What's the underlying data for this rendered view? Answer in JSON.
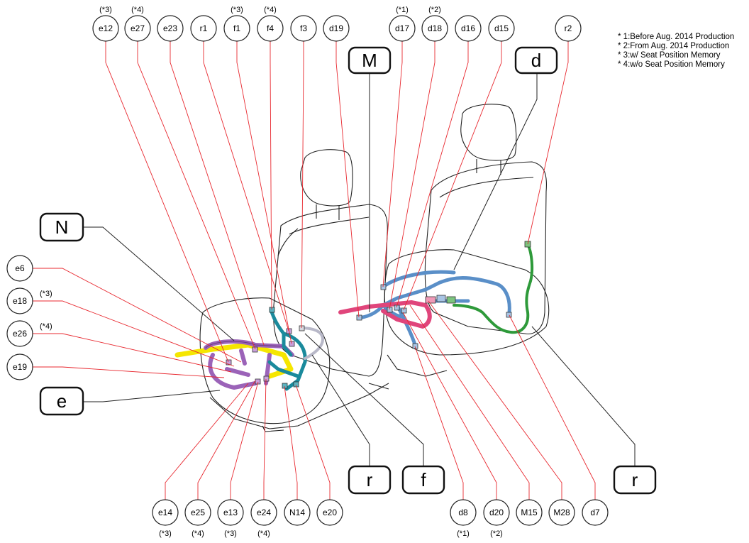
{
  "legend": [
    "* 1:Before Aug. 2014 Production",
    "* 2:From Aug. 2014 Production",
    "* 3:w/ Seat Position Memory",
    "* 4:w/o Seat Position Memory"
  ],
  "colors": {
    "leader_red": "#e8282f",
    "leader_black": "#222222",
    "wire_purple": "#9b63b8",
    "wire_yellow": "#f5e600",
    "wire_teal": "#1a8a9c",
    "wire_blue": "#5a8fc8",
    "wire_pink": "#e0457b",
    "wire_green": "#2e9a3a",
    "wire_grey": "#b8b8c8"
  },
  "areas": {
    "N": "N",
    "e": "e",
    "M": "M",
    "d": "d",
    "r_left": "r",
    "f": "f",
    "r_right": "r"
  },
  "connectors_top": [
    {
      "id": "e12",
      "note": "(*3)"
    },
    {
      "id": "e27",
      "note": "(*4)"
    },
    {
      "id": "e23",
      "note": ""
    },
    {
      "id": "r1",
      "note": ""
    },
    {
      "id": "f1",
      "note": "(*3)"
    },
    {
      "id": "f4",
      "note": "(*4)"
    },
    {
      "id": "f3",
      "note": ""
    },
    {
      "id": "d19",
      "note": ""
    },
    {
      "id": "d17",
      "note": "(*1)"
    },
    {
      "id": "d18",
      "note": "(*2)"
    },
    {
      "id": "d16",
      "note": ""
    },
    {
      "id": "d15",
      "note": ""
    },
    {
      "id": "r2",
      "note": ""
    }
  ],
  "connectors_left": [
    {
      "id": "e6",
      "note": ""
    },
    {
      "id": "e18",
      "note": "(*3)"
    },
    {
      "id": "e26",
      "note": "(*4)"
    },
    {
      "id": "e19",
      "note": ""
    }
  ],
  "connectors_bottom": [
    {
      "id": "e14",
      "note": "(*3)"
    },
    {
      "id": "e25",
      "note": "(*4)"
    },
    {
      "id": "e13",
      "note": "(*3)"
    },
    {
      "id": "e24",
      "note": "(*4)"
    },
    {
      "id": "N14",
      "note": ""
    },
    {
      "id": "e20",
      "note": ""
    },
    {
      "id": "d8",
      "note": "(*1)"
    },
    {
      "id": "d20",
      "note": "(*2)"
    },
    {
      "id": "M15",
      "note": ""
    },
    {
      "id": "M28",
      "note": ""
    },
    {
      "id": "d7",
      "note": ""
    }
  ]
}
